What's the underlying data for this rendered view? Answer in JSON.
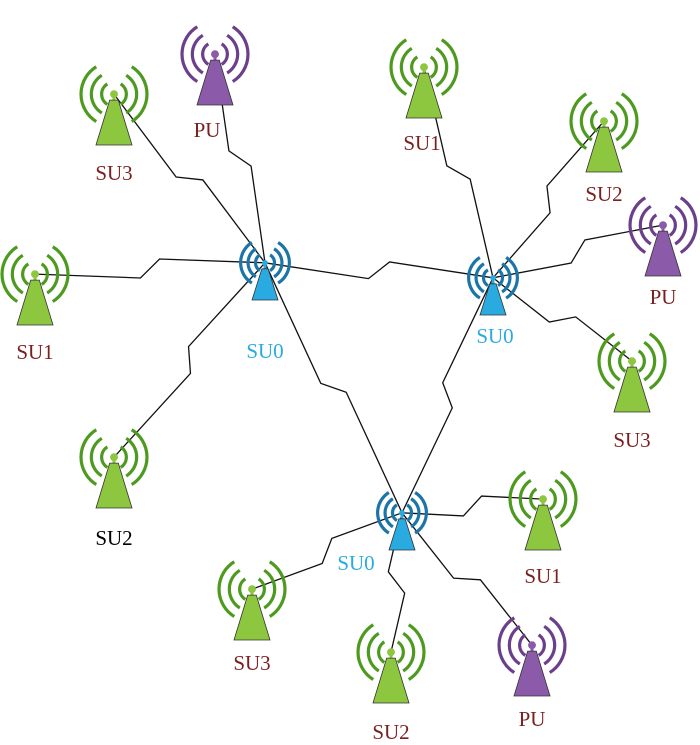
{
  "colors": {
    "su": "#8dc63f",
    "su_wave": "#4d9a1f",
    "pu": "#8b5aa8",
    "pu_wave": "#6b3f8c",
    "su0": "#29abe2",
    "su0_wave": "#1c75a8",
    "label_dark": "#7a1f1f",
    "label_su0": "#29abe2",
    "label_black": "#000000",
    "link": "#111111"
  },
  "nodes": [
    {
      "id": "su0_a",
      "type": "su0",
      "label": "SU0",
      "label_color": "label_su0"
    },
    {
      "id": "su0_b",
      "type": "su0",
      "label": "SU0",
      "label_color": "label_su0"
    },
    {
      "id": "su0_c",
      "type": "su0",
      "label": "SU0",
      "label_color": "label_su0"
    },
    {
      "id": "su3_tl",
      "type": "su",
      "label": "SU3",
      "label_color": "label_dark"
    },
    {
      "id": "pu_top",
      "type": "pu",
      "label": "PU",
      "label_color": "label_dark"
    },
    {
      "id": "su1_left",
      "type": "su",
      "label": "SU1",
      "label_color": "label_dark"
    },
    {
      "id": "su2_left",
      "type": "su",
      "label": "SU2",
      "label_color": "label_black"
    },
    {
      "id": "su1_top",
      "type": "su",
      "label": "SU1",
      "label_color": "label_dark"
    },
    {
      "id": "su2_tr",
      "type": "su",
      "label": "SU2",
      "label_color": "label_dark"
    },
    {
      "id": "pu_right",
      "type": "pu",
      "label": "PU",
      "label_color": "label_dark"
    },
    {
      "id": "su3_right",
      "type": "su",
      "label": "SU3",
      "label_color": "label_dark"
    },
    {
      "id": "su1_br",
      "type": "su",
      "label": "SU1",
      "label_color": "label_dark"
    },
    {
      "id": "pu_bottom",
      "type": "pu",
      "label": "PU",
      "label_color": "label_dark"
    },
    {
      "id": "su2_bottom",
      "type": "su",
      "label": "SU2",
      "label_color": "label_dark"
    },
    {
      "id": "su3_bl",
      "type": "su",
      "label": "SU3",
      "label_color": "label_dark"
    }
  ],
  "links": [
    [
      "su0_a",
      "su3_tl"
    ],
    [
      "su0_a",
      "pu_top"
    ],
    [
      "su0_a",
      "su1_left"
    ],
    [
      "su0_a",
      "su2_left"
    ],
    [
      "su0_a",
      "su0_b"
    ],
    [
      "su0_a",
      "su0_c"
    ],
    [
      "su0_b",
      "su1_top"
    ],
    [
      "su0_b",
      "su2_tr"
    ],
    [
      "su0_b",
      "pu_right"
    ],
    [
      "su0_b",
      "su3_right"
    ],
    [
      "su0_b",
      "su0_c"
    ],
    [
      "su0_c",
      "su1_br"
    ],
    [
      "su0_c",
      "pu_bottom"
    ],
    [
      "su0_c",
      "su2_bottom"
    ],
    [
      "su0_c",
      "su3_bl"
    ]
  ]
}
